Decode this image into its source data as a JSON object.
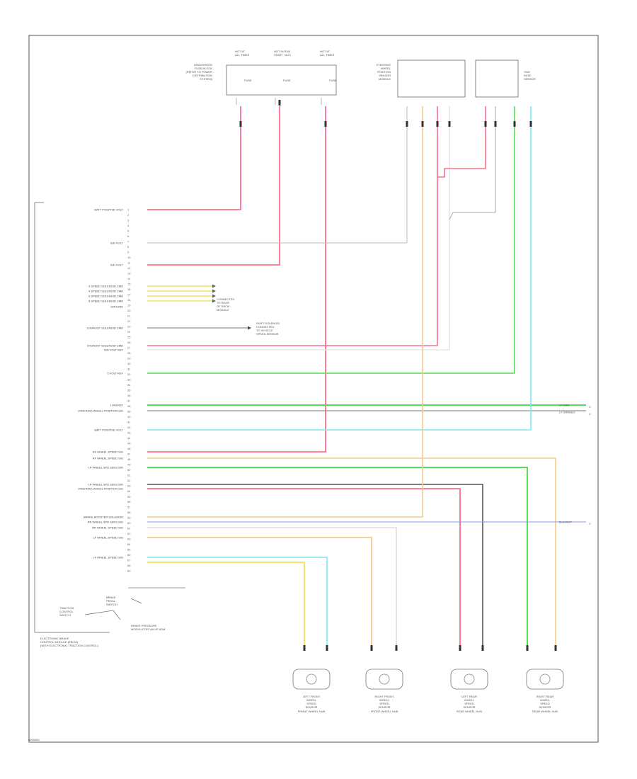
{
  "footer": {
    "code": "0000000"
  },
  "module": {
    "title_lines": [
      "ELECTRONIC BRAKE",
      "CONTROL MODULE (EBCM)",
      "(WITH ELECTRONIC TRACTION CONTROL)"
    ]
  },
  "top_fuses": [
    {
      "name": "fuse-left",
      "lines": [
        "HOT AT",
        "ALL TIMES"
      ]
    },
    {
      "name": "fuse-mid",
      "lines": [
        "HOT IN RUN",
        "START / ACC"
      ]
    },
    {
      "name": "fuse-right",
      "lines": [
        "HOT AT",
        "ALL TIMES"
      ]
    }
  ],
  "left_block_title": [
    "UNDERHOOD",
    "FUSE BLOCK",
    "(REFER TO POWER",
    "DISTRIBUTION",
    "SYSTEM)"
  ],
  "right_module_title": [
    "STEERING",
    "WHEEL",
    "POSITION",
    "SENSOR",
    "MODULE"
  ],
  "far_right_title": [
    "YAW",
    "RATE",
    "SENSOR"
  ],
  "pin_labels": [
    "BATT POSITIVE VOLT",
    "IGN VOLT",
    "IGN VOLT",
    "3 SPEED SOLENOID CMD",
    "4 SPEED SOLENOID CMD",
    "5 SPEED SOLENOID CMD",
    "6 SPEED SOLENOID CMD",
    "GROUND",
    "EXHAUST SOLENOID CMD",
    "EXHAUST SOLENOID CMD",
    "IGN VOLT REF",
    "5 VOLT REF",
    "LOW REF",
    "STEERING WHEEL POSITION SIG",
    "BATT POSITIVE VOLT",
    "RF WHEEL SPEED SIG",
    "RF WHEEL SPEED SIG",
    "LR WHEEL SPD SENS SIG",
    "LR WHEEL SPD SENS SIG",
    "STEERING WHEEL POSITION SIG",
    "BRAKE BOOSTER SOLENOID",
    "RR WHEEL SPD SENS SIG",
    "RR WHEEL SPEED SIG",
    "LF WHEEL SPEED SIG",
    "LF WHEEL SPEED SIG"
  ],
  "side_notes": {
    "ground_note": [
      "CONNECTED",
      "TO REAR",
      "OF EBCM",
      "MODULE"
    ],
    "exhaust_note": [
      "SHIFT SOLENOID",
      "CONNECTED",
      "TO VEHICLE",
      "SPEED SENSOR"
    ],
    "brake_switch": [
      "BRAKE",
      "PEDAL",
      "SWITCH"
    ],
    "traction_switch": [
      "TRACTION",
      "CONTROL",
      "SWITCH"
    ],
    "brake_pressure": [
      "BRAKE PRESSURE",
      "MODULATOR VALVE ASM"
    ]
  },
  "right_edge_labels": [
    "LT GRN",
    "LT GRN/BLK",
    "BLK/WHT"
  ],
  "sensors": [
    {
      "lines": [
        "LEFT FRONT",
        "WHEEL",
        "SPEED",
        "SENSOR"
      ],
      "bottom": "FRONT WHEEL HUB"
    },
    {
      "lines": [
        "RIGHT FRONT",
        "WHEEL",
        "SPEED",
        "SENSOR"
      ],
      "bottom": "FRONT WHEEL HUB"
    },
    {
      "lines": [
        "LEFT REAR",
        "WHEEL",
        "SPEED",
        "SENSOR"
      ],
      "bottom": "REAR WHEEL HUB"
    },
    {
      "lines": [
        "RIGHT REAR",
        "WHEEL",
        "SPEED",
        "SENSOR"
      ],
      "bottom": "REAR WHEEL HUB"
    }
  ],
  "colors": {
    "red": "#ff6f8a",
    "pink": "#ff9aa8",
    "green": "#55dd55",
    "cyan": "#7fe8f0",
    "yellow": "#f0e060",
    "orange": "#f5c98a",
    "blue": "#8899ee",
    "gray": "#bbbbbb",
    "black": "#555555"
  }
}
